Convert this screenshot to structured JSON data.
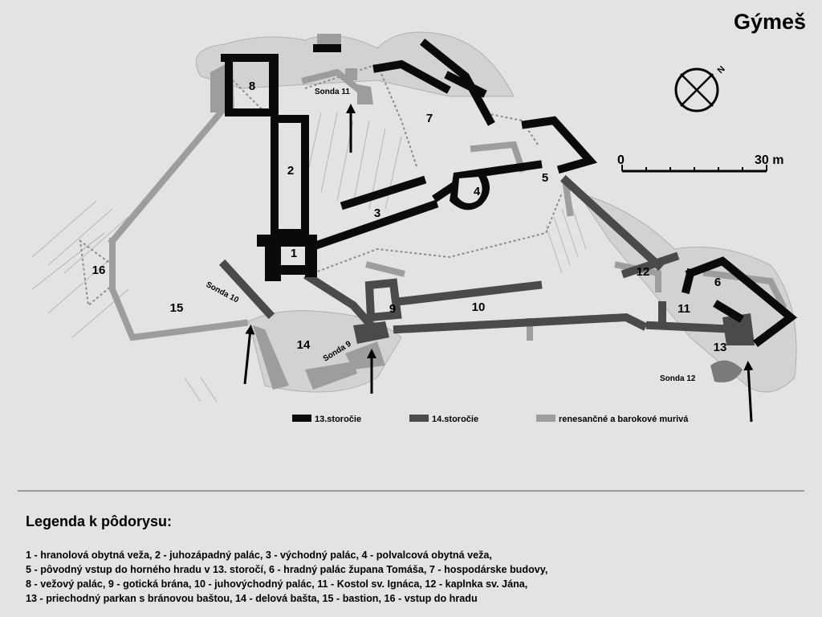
{
  "title": "Gýmeš",
  "scale": {
    "zero": "0",
    "max": "30 m"
  },
  "north_symbol": "N",
  "rooms": [
    {
      "num": "1"
    },
    {
      "num": "2"
    },
    {
      "num": "3"
    },
    {
      "num": "4"
    },
    {
      "num": "5"
    },
    {
      "num": "6"
    },
    {
      "num": "7"
    },
    {
      "num": "8"
    },
    {
      "num": "9"
    },
    {
      "num": "10"
    },
    {
      "num": "11"
    },
    {
      "num": "12"
    },
    {
      "num": "13"
    },
    {
      "num": "14"
    },
    {
      "num": "15"
    },
    {
      "num": "16"
    }
  ],
  "probes": {
    "sonda_11": "Sonda 11",
    "sonda_10": "Sonda 10",
    "sonda_9": "Sonda 9",
    "sonda_12": "Sonda 12"
  },
  "key": {
    "c13": {
      "label": "13.storočie",
      "color": "#0a0a0a"
    },
    "c14": {
      "label": "14.storočie",
      "color": "#4a4a4a"
    },
    "ren": {
      "label": "renesančné a barokové murivá",
      "color": "#9d9d9d"
    }
  },
  "legend": {
    "heading": "Legenda k pôdorysu:",
    "lines": [
      "1 - hranolová obytná veža, 2 - juhozápadný palác, 3 - východný palác, 4 - polvalcová obytná veža,",
      "5 - pôvodný vstup do horného hradu v 13. storočí, 6 - hradný palác župana Tomáša, 7 - hospodárske budovy,",
      "8 - vežový palác, 9 - gotická brána, 10 - juhovýchodný palác, 11 - Kostol sv. Ignáca, 12 - kaplnka sv. Jána,",
      "13 - priechodný parkan s bránovou baštou, 14 - delová bašta, 15 - bastion, 16 - vstup do hradu"
    ]
  }
}
